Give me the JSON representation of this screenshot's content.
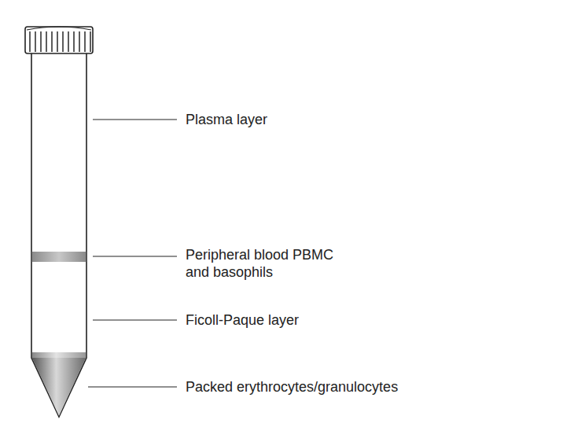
{
  "diagram": {
    "labels": [
      "Plasma layer",
      "Peripheral blood PBMC and basophils",
      "Ficoll-Paque layer",
      "Packed erythrocytes/granulocytes"
    ]
  }
}
